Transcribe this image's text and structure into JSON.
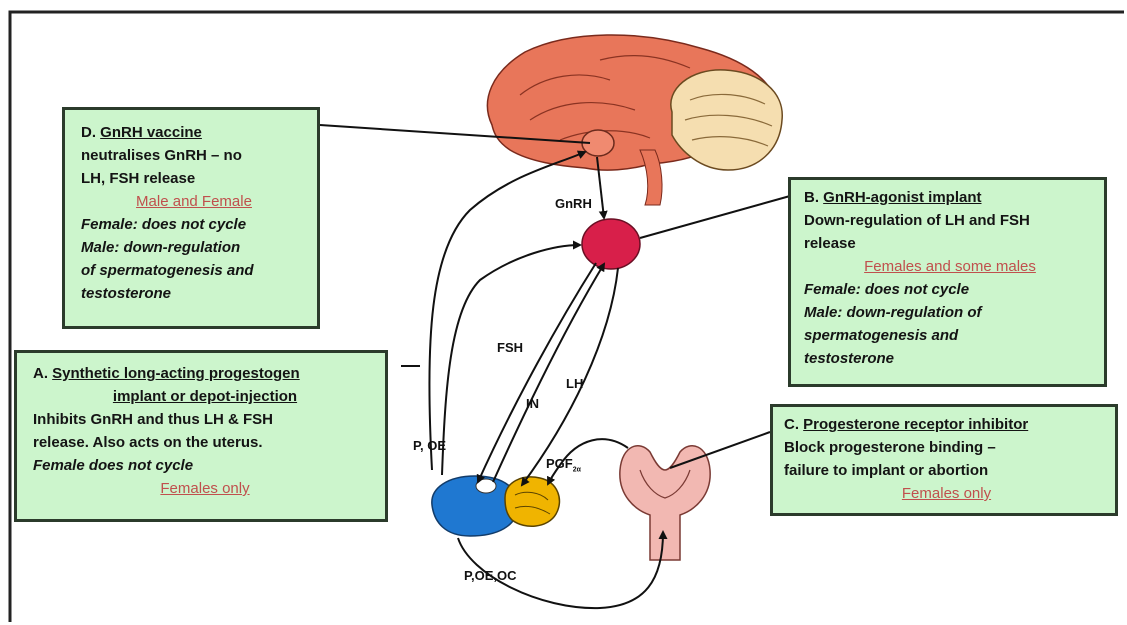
{
  "colors": {
    "box_fill": "#ccf5cc",
    "box_border": "#2b3b2b",
    "scope_text": "#c0504d",
    "cerebrum": "#e8765a",
    "cerebellum": "#f5deb0",
    "pituitary": "#d81f4a",
    "ovary": "#1f78d1",
    "corpus_luteum": "#f0b400",
    "uterus": "#f2b8b2"
  },
  "boxes": {
    "d": {
      "prefix": "D. ",
      "title": "GnRH vaccine",
      "line1": "neutralises GnRH – no",
      "line2": "LH, FSH release",
      "scope": "Male and Female",
      "italic1": "Female: does not cycle",
      "italic2": "Male: down-regulation",
      "italic3": "of spermatogenesis and",
      "italic4": "testosterone"
    },
    "b": {
      "prefix": "B. ",
      "title": "GnRH-agonist implant",
      "line1": "Down-regulation of LH and FSH",
      "line2": "release",
      "scope": "Females and some males",
      "italic1": "Female: does not cycle",
      "italic2": "Male: down-regulation of",
      "italic3": "spermatogenesis and",
      "italic4": "testosterone"
    },
    "a": {
      "prefix": "A. ",
      "title1": "Synthetic long-acting progestogen",
      "title2": "implant or depot-injection",
      "line1": "Inhibits GnRH and thus LH & FSH",
      "line2": "release. Also acts on the uterus.",
      "italic1": "Female does not cycle",
      "scope": "Females only"
    },
    "c": {
      "prefix": "C. ",
      "title": "Progesterone receptor inhibitor",
      "line1": "Block progesterone binding –",
      "line2": "failure to implant or abortion",
      "scope": "Females only"
    }
  },
  "labels": {
    "gnrh": "GnRH",
    "fsh": "FSH",
    "in": "IN",
    "lh": "LH",
    "p_oe": "P, OE",
    "pgf": "PGF",
    "pgf_sub": "2α",
    "p_oe_oc": "P,OE,OC"
  }
}
